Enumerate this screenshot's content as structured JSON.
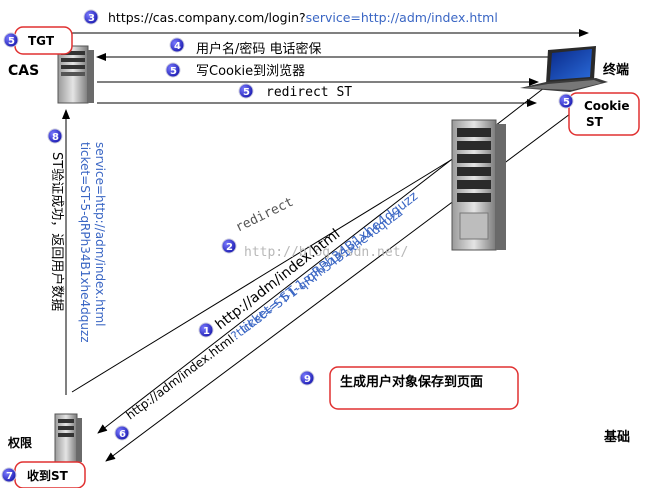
{
  "nodes": {
    "cas": "CAS",
    "terminal": "终端",
    "authority": "权限",
    "base": "基础"
  },
  "labels": {
    "tgt": "TGT",
    "cookie_st_1": "Cookie",
    "cookie_st_2": "ST",
    "received_st": "收到ST",
    "save_user": "生成用户对象保存到页面"
  },
  "messages": {
    "m3_prefix": "https://cas.company.com/login?",
    "m3_suffix": "service=http://adm/index.html",
    "m4": "用户名/密码 电话密保",
    "m5a": "写Cookie到浏览器",
    "m5b": "redirect ST",
    "m8_title": "ST验证成功，返回用户数据",
    "m8_service": "service=http://adm/index.html",
    "m8_ticket": "ticket=ST-5-qRPh34B1xhe4dquzz",
    "m2": "redirect",
    "m1a": "http://adm/index.html",
    "m1b": "ticket= ST-1-qRPh34B1xhe4dquzz",
    "m6_prefix": "http://adm/index.html",
    "m6_suffix": "?ticket= ST-1-qRPh34B1xhe4dquzz",
    "watermark": "http://blog.csdn.net/"
  },
  "badges": {
    "b1": "1",
    "b2": "2",
    "b3": "3",
    "b4": "4",
    "b5": "5",
    "b6": "6",
    "b7": "7",
    "b8": "8",
    "b9": "9"
  },
  "colors": {
    "badge_fill": "#2a2ad0",
    "box_border": "#e03030",
    "text_blue": "#3a66c4"
  }
}
